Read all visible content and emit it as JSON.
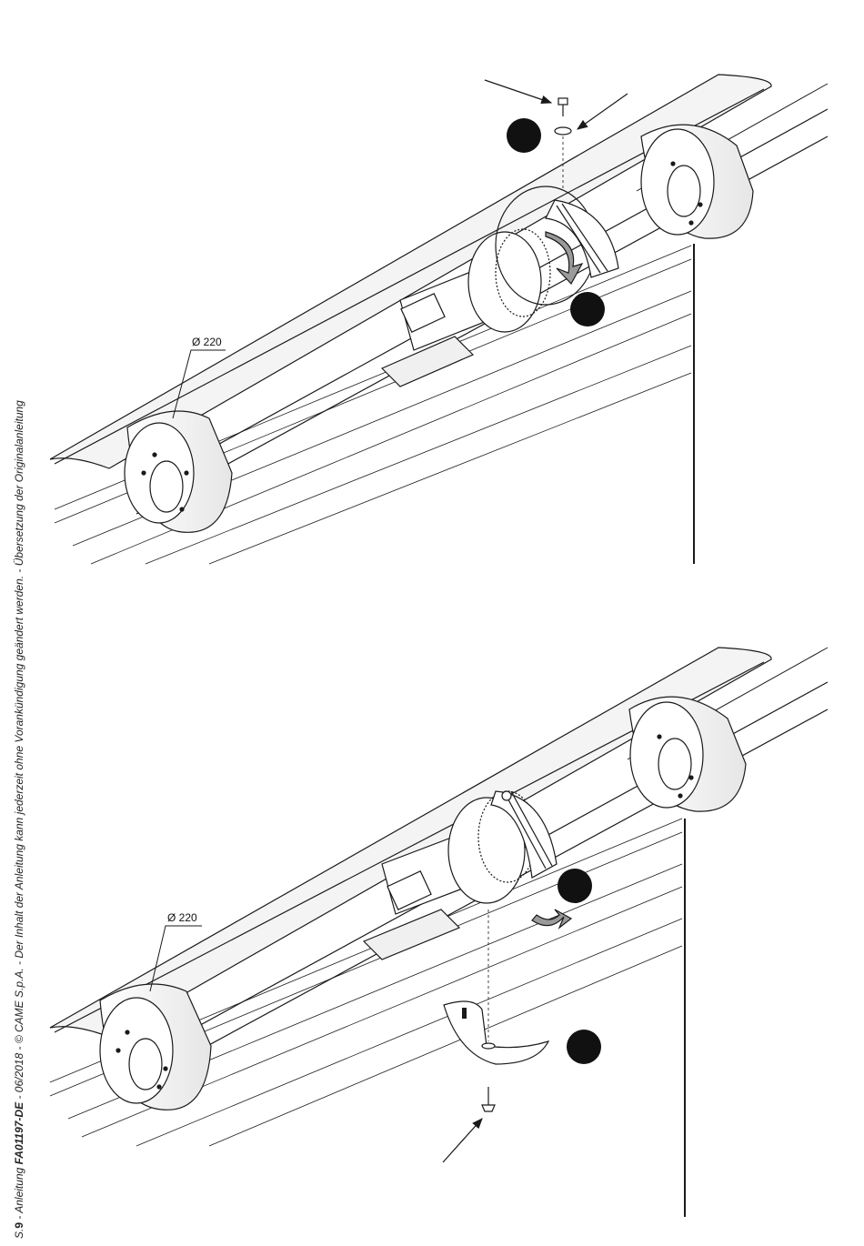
{
  "sidebar": {
    "page_prefix": "S.",
    "page_number": "9",
    "prefix": " - Anleitung ",
    "doc_code": "FA01197-DE",
    "suffix": " - 06/2018 - © CAME S.p.A. - Der Inhalt der Anleitung kann jederzeit ohne Vorankündigung geändert werden. - Übersetzung der Originalanleitung"
  },
  "figures": {
    "top": {
      "dimension_label": "Ø 220"
    },
    "bottom": {
      "dimension_label": "Ø 220"
    }
  },
  "colors": {
    "line": "#1a1a1a",
    "marker": "#111111",
    "shade": "#d9d9d9"
  }
}
